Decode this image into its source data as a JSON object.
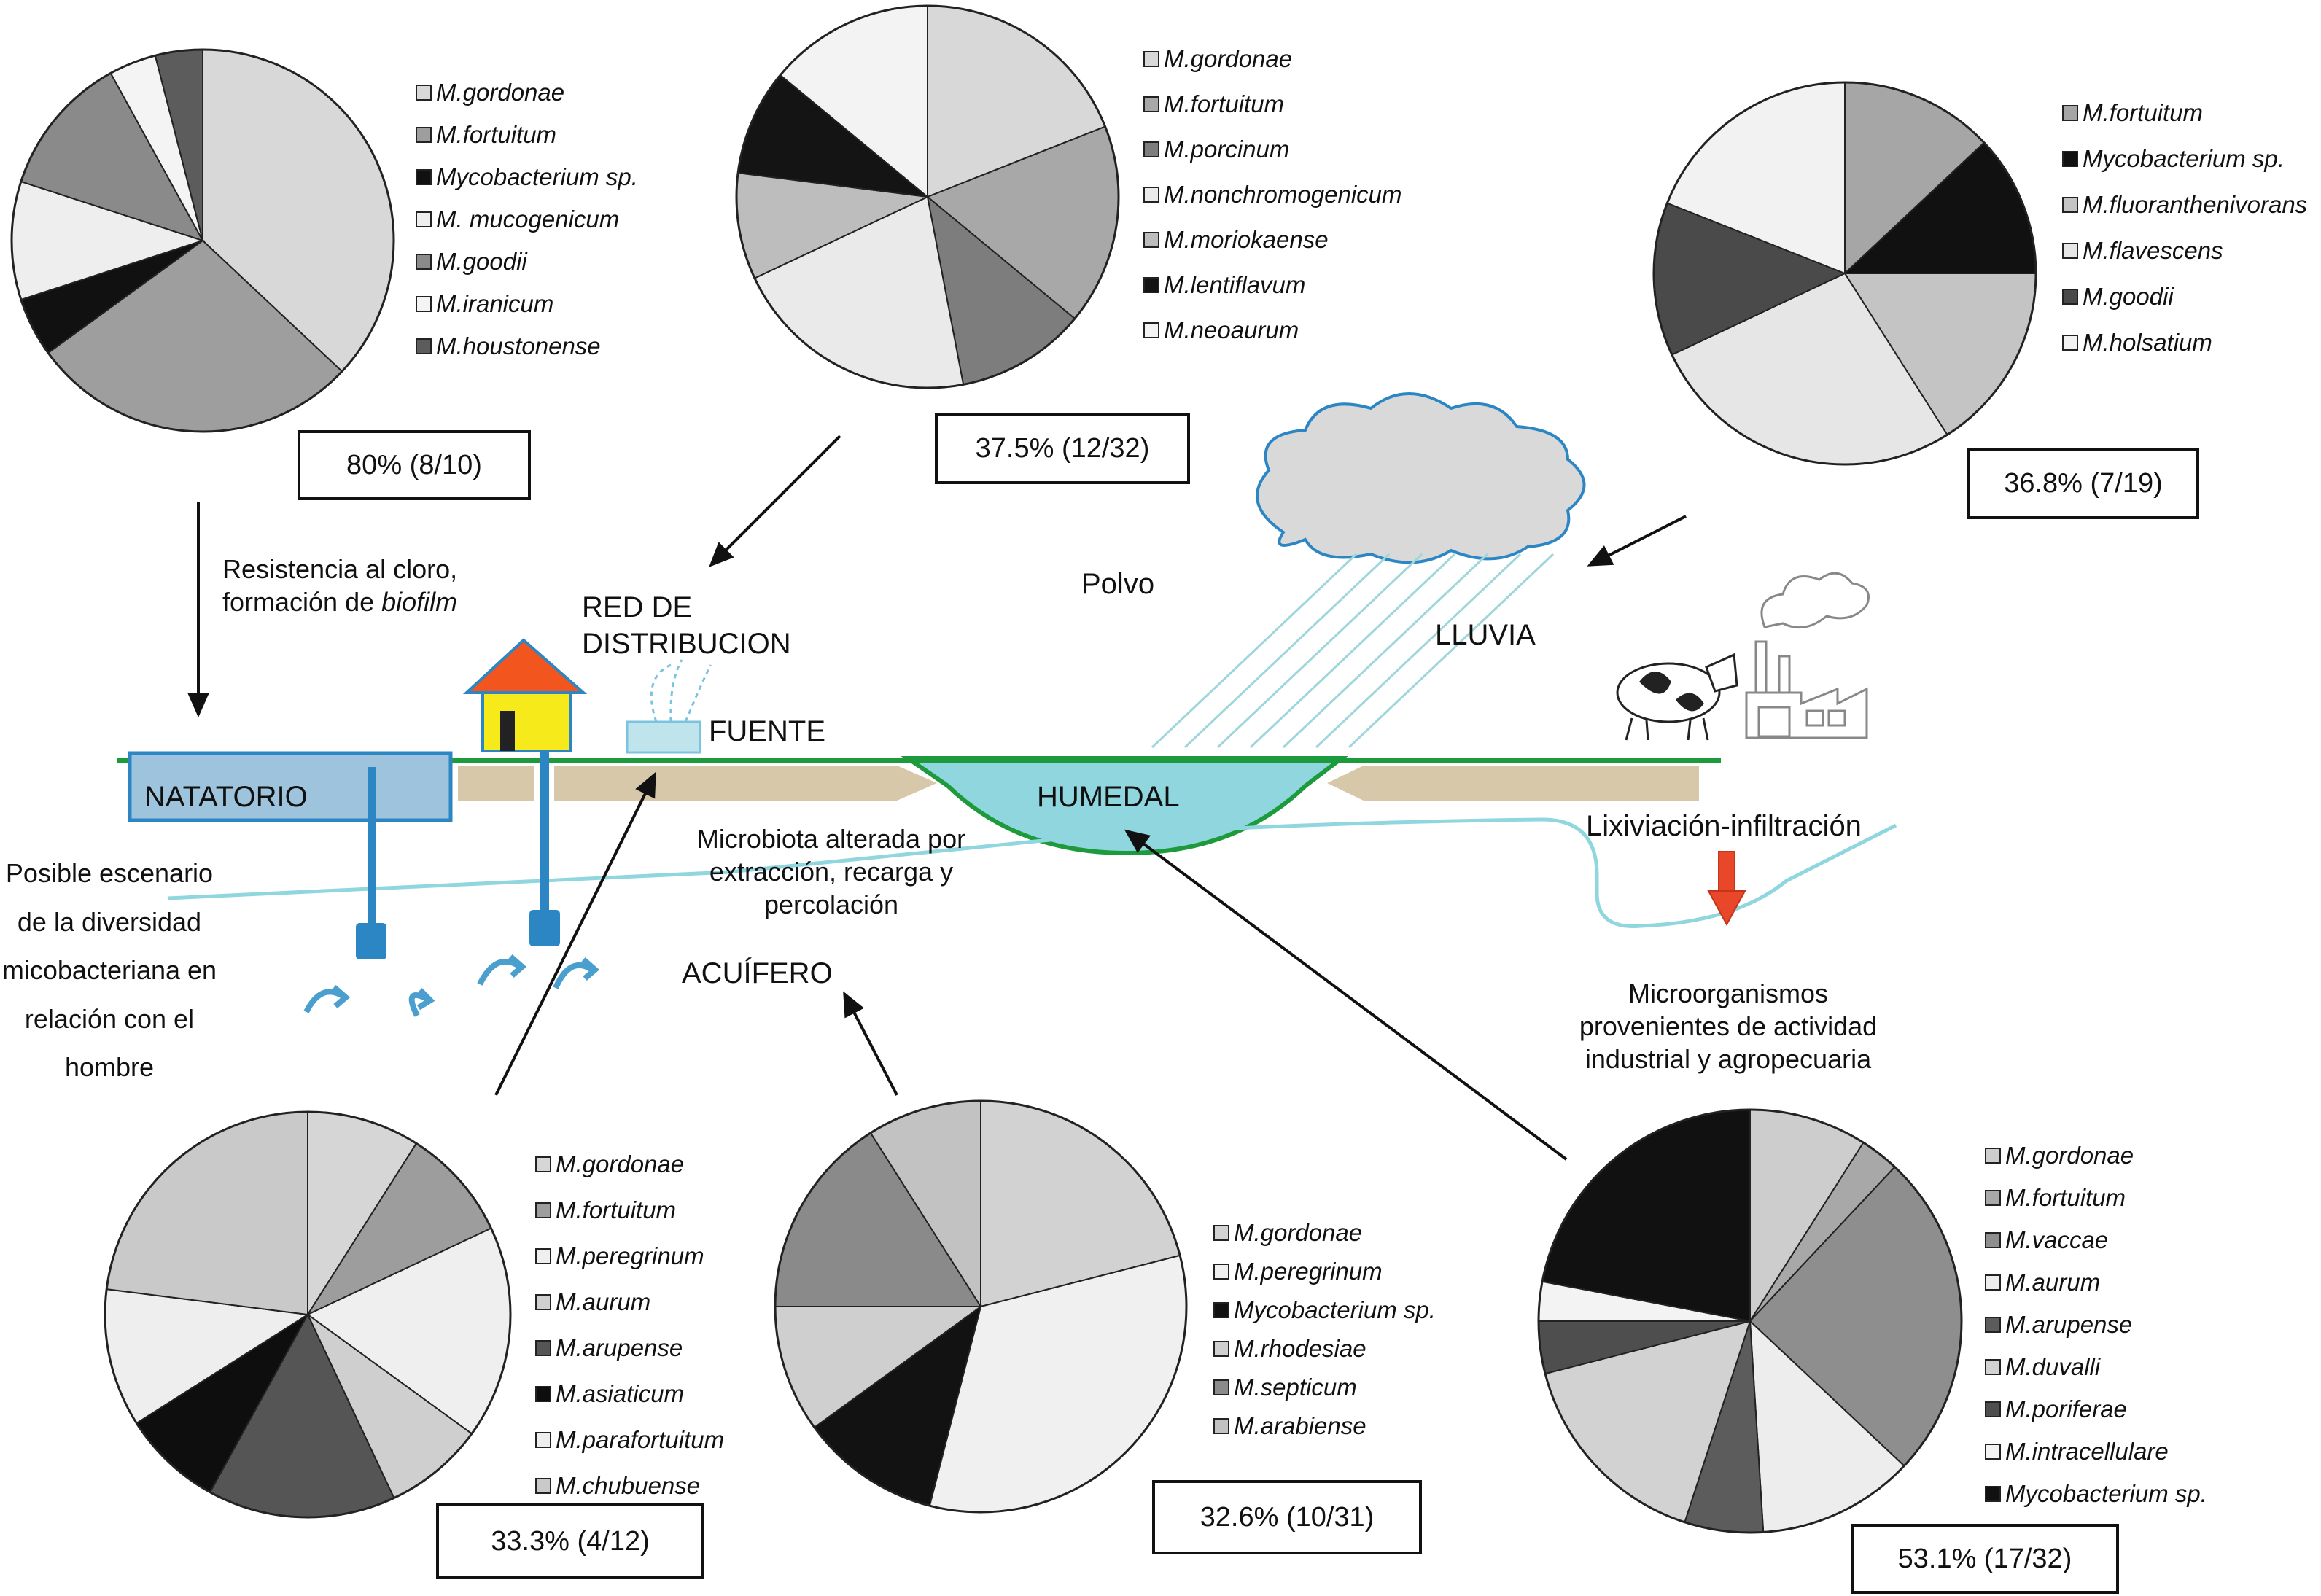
{
  "colors": {
    "water": "#8fd6de",
    "water_edge": "#2e9fb0",
    "ground_green": "#1d9a3c",
    "soil": "#d6c8a8",
    "pool_fill": "#9ec3dd",
    "pipe": "#2d86c4",
    "cloud": "#d9d9d9",
    "rain": "#9ed6dc",
    "arrow_red": "#e8472a",
    "roof": "#f2551e",
    "house": "#f7ea1a"
  },
  "labels": {
    "natatorio": "NATATORIO",
    "humedal": "HUMEDAL",
    "fuente": "FUENTE",
    "red_distribucion_1": "RED DE",
    "red_distribucion_2": "DISTRIBUCION",
    "polvo": "Polvo",
    "lluvia": "LLUVIA",
    "lixiviacion": "Lixiviación-infiltración",
    "acuifero": "ACUÍFERO",
    "resistencia_1": "Resistencia al cloro,",
    "resistencia_2": "formación de",
    "resistencia_2_italic": "biofilm",
    "microbiota_1": "Microbiota alterada por",
    "microbiota_2": "extracción, recarga y",
    "microbiota_3": "percolación",
    "escenario_1": "Posible escenario",
    "escenario_2": "de la diversidad",
    "escenario_3": "micobacteriana en",
    "escenario_4": "relación con el",
    "escenario_5": "hombre",
    "micro_1": "Microorganismos",
    "micro_2": "provenientes de actividad",
    "micro_3": "industrial y agropecuaria"
  },
  "chart_data": [
    {
      "type": "pie",
      "name_hint": "natatorio",
      "percentage_label": "80% (8/10)",
      "legend": [
        "M.gordonae",
        "M.fortuitum",
        "Mycobacterium sp.",
        "M. mucogenicum",
        "M.goodii",
        "M.iranicum",
        "M.houstonense"
      ],
      "values": [
        37,
        28,
        5,
        10,
        12,
        4,
        4
      ]
    },
    {
      "type": "pie",
      "name_hint": "red-distribucion",
      "percentage_label": "37.5% (12/32)",
      "legend": [
        "M.gordonae",
        "M.fortuitum",
        "M.porcinum",
        "M.nonchromogenicum",
        "M.moriokaense",
        "M.lentiflavum",
        "M.neoaurum"
      ],
      "values": [
        19,
        17,
        11,
        21,
        9,
        9,
        14
      ]
    },
    {
      "type": "pie",
      "name_hint": "lluvia",
      "percentage_label": "36.8% (7/19)",
      "legend": [
        "M.fortuitum",
        "Mycobacterium sp.",
        "M.fluoranthenivorans",
        "M.flavescens",
        "M.goodii",
        "M.holsatium"
      ],
      "values": [
        13,
        12,
        16,
        27,
        13,
        19
      ]
    },
    {
      "type": "pie",
      "name_hint": "natatorio-acuifero",
      "percentage_label": "33.3% (4/12)",
      "legend": [
        "M.gordonae",
        "M.fortuitum",
        "M.peregrinum",
        "M.aurum",
        "M.arupense",
        "M.asiaticum",
        "M.parafortuitum",
        "M.chubuense"
      ],
      "values": [
        9,
        9,
        17,
        8,
        15,
        8,
        11,
        23
      ]
    },
    {
      "type": "pie",
      "name_hint": "acuifero",
      "percentage_label": "32.6% (10/31)",
      "legend": [
        "M.gordonae",
        "M.peregrinum",
        "Mycobacterium sp.",
        "M.rhodesiae",
        "M.septicum",
        "M.arabiense"
      ],
      "values": [
        21,
        33,
        11,
        10,
        16,
        9
      ]
    },
    {
      "type": "pie",
      "name_hint": "humedal",
      "percentage_label": "53.1% (17/32)",
      "legend": [
        "M.gordonae",
        "M.fortuitum",
        "M.vaccae",
        "M.aurum",
        "M.arupense",
        "M.duvalli",
        "M.poriferae",
        "M.intracellulare",
        "Mycobacterium sp."
      ],
      "values": [
        9,
        3,
        25,
        12,
        6,
        16,
        4,
        3,
        22
      ]
    }
  ]
}
